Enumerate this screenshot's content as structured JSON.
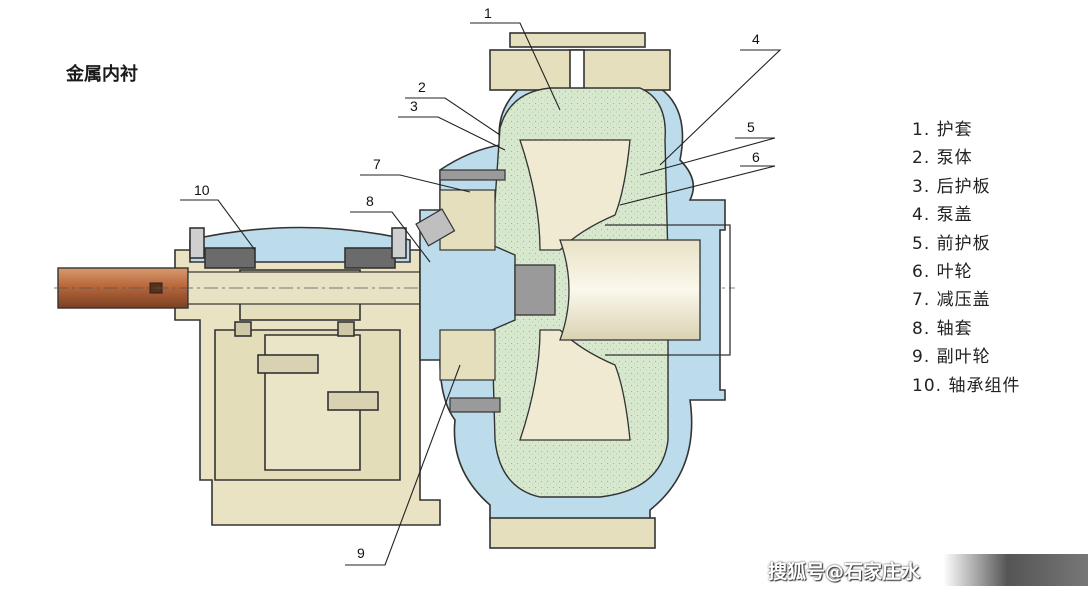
{
  "title": "金属内衬",
  "legend": [
    "1. 护套",
    "2. 泵体",
    "3. 后护板",
    "4. 泵盖",
    "5. 前护板",
    "6. 叶轮",
    "7. 减压盖",
    "8. 轴套",
    "9. 副叶轮",
    "10. 轴承组件"
  ],
  "callouts": [
    "1",
    "2",
    "3",
    "4",
    "5",
    "6",
    "7",
    "8",
    "9",
    "10"
  ],
  "watermark": "搜狐号@石家庄水",
  "colors": {
    "liner_green": "#d7e8cf",
    "casing_blue": "#bcdcec",
    "body_beige": "#e9e3c3",
    "shaft_copper": "#b56a3e",
    "impeller_cream": "#f1ead2"
  }
}
